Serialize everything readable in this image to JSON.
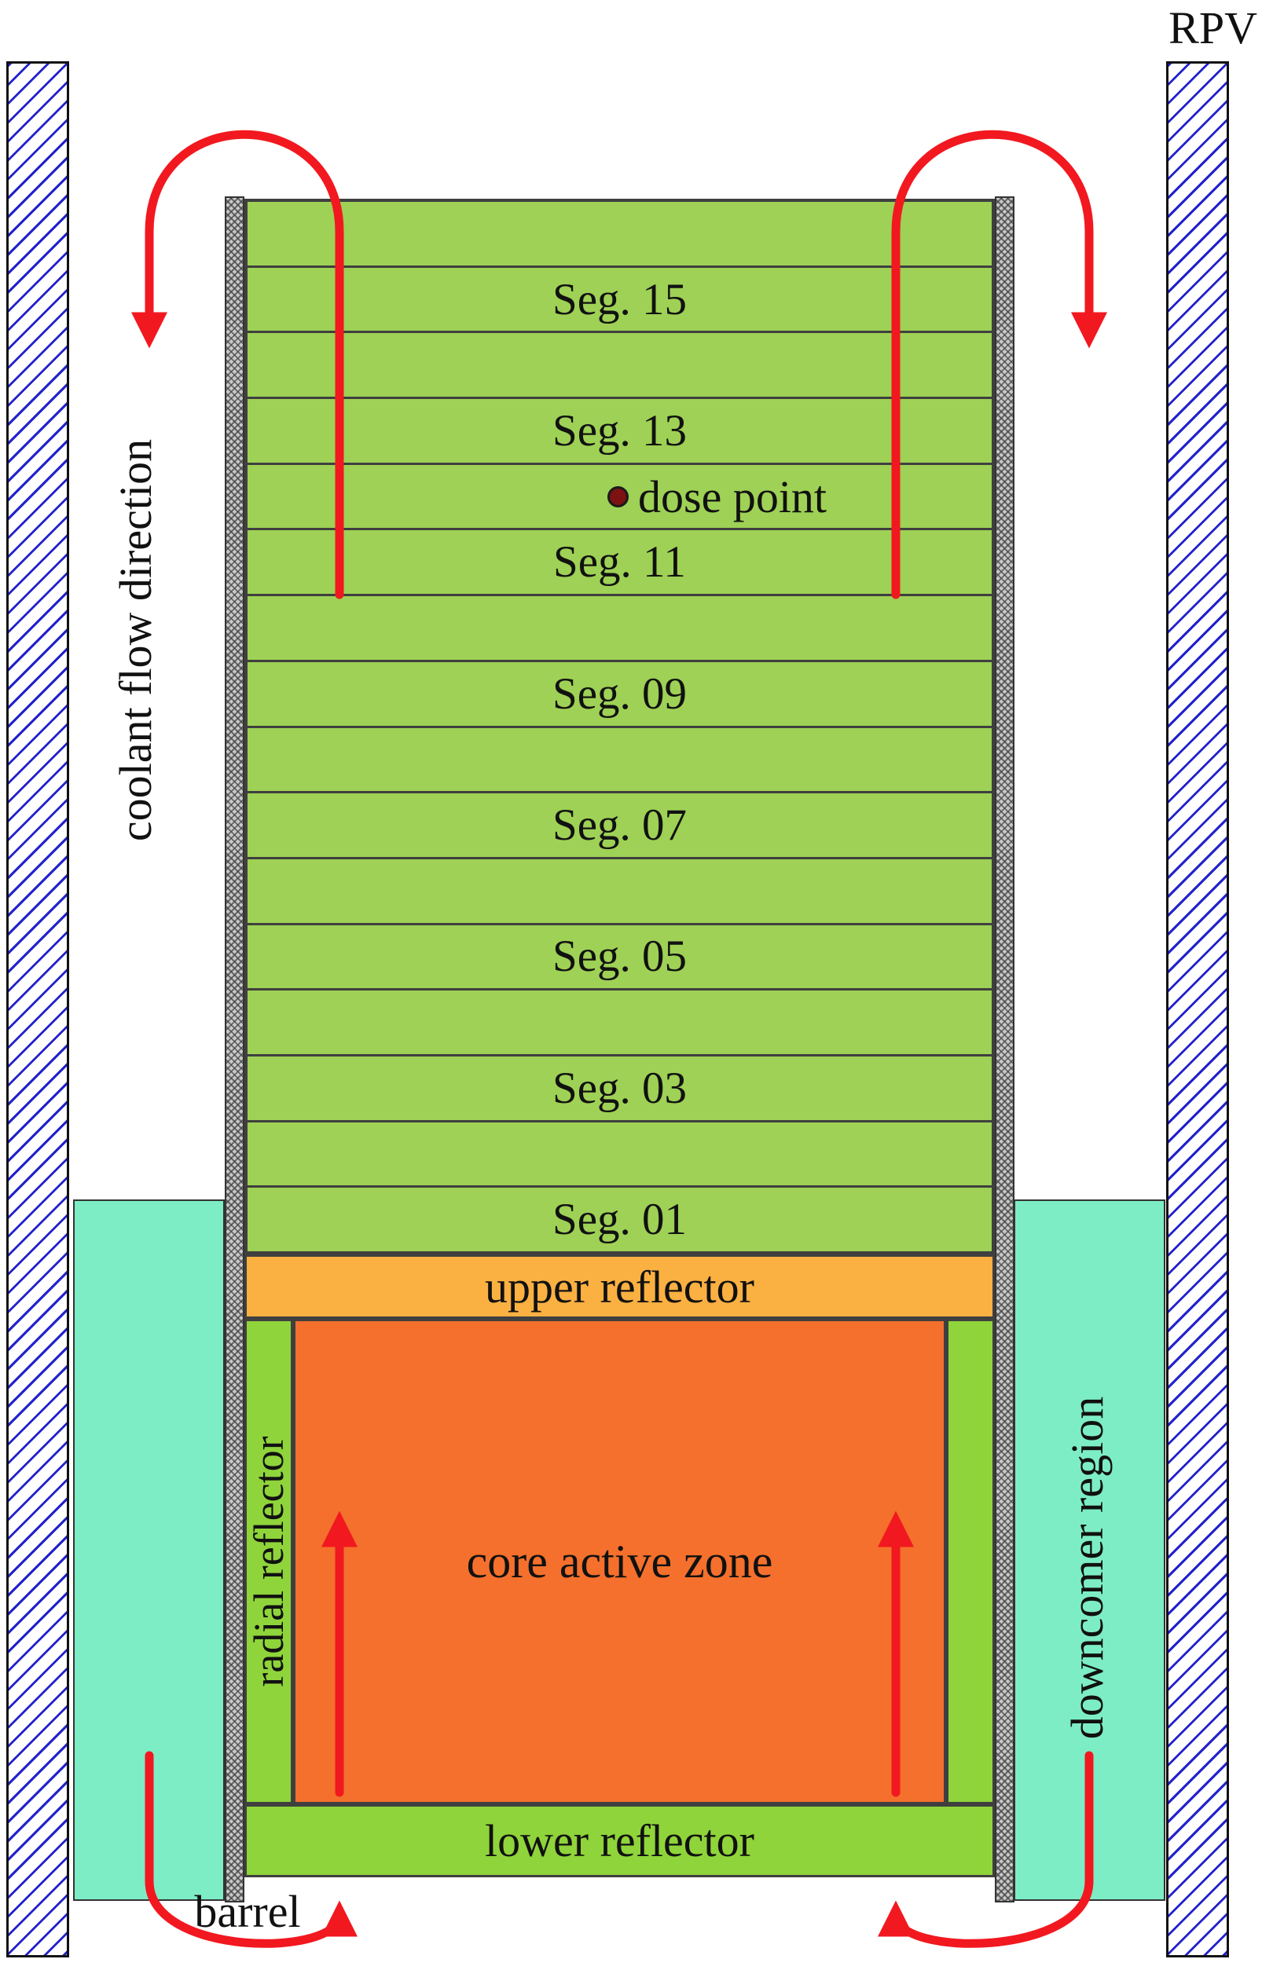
{
  "labels": {
    "rpv": "RPV",
    "coolant_flow": "coolant flow direction",
    "dose_point": "dose point",
    "upper_reflector": "upper reflector",
    "radial_reflector": "radial reflector",
    "core_active_zone": "core active zone",
    "lower_reflector": "lower reflector",
    "downcomer": "downcomer region",
    "barrel": "barrel"
  },
  "segments": [
    {
      "label": ""
    },
    {
      "label": "Seg. 15"
    },
    {
      "label": ""
    },
    {
      "label": "Seg. 13"
    },
    {
      "label": ""
    },
    {
      "label": "Seg. 11"
    },
    {
      "label": ""
    },
    {
      "label": "Seg. 09"
    },
    {
      "label": ""
    },
    {
      "label": "Seg. 07"
    },
    {
      "label": ""
    },
    {
      "label": "Seg. 05"
    },
    {
      "label": ""
    },
    {
      "label": "Seg. 03"
    },
    {
      "label": ""
    },
    {
      "label": "Seg. 01"
    }
  ],
  "colors": {
    "segment-green": "#9ed155",
    "reflector-green": "#8fd43a",
    "upper-reflector-orange": "#fbb042",
    "core-orange": "#f4702c",
    "downcomer-teal": "#7dedc5",
    "rpv-hatch-blue": "#2222cc",
    "barrel-gray": "#c9c9c9",
    "arrow-red": "#f2181f",
    "dose-point-red": "#7c1212",
    "outline": "#3f3f3f"
  }
}
